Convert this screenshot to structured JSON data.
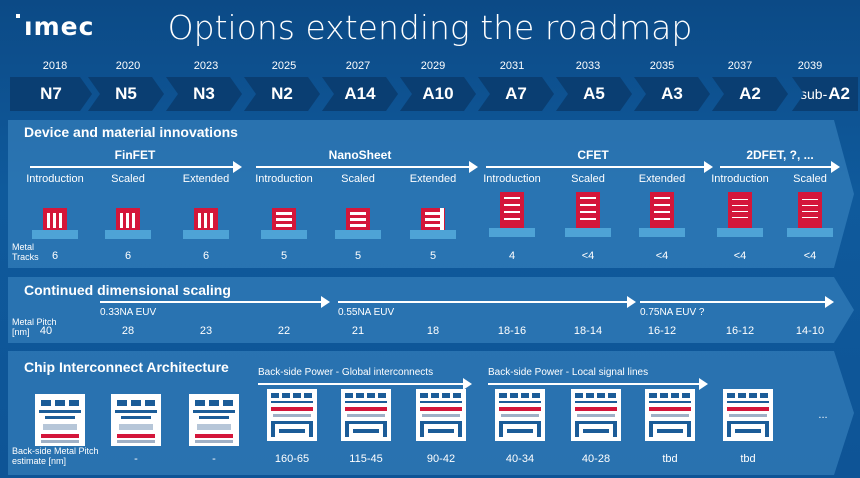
{
  "logo": "ımec",
  "title": "Options extending the roadmap",
  "years": [
    "2018",
    "2020",
    "2023",
    "2025",
    "2027",
    "2029",
    "2031",
    "2033",
    "2035",
    "2037",
    "2039"
  ],
  "nodes": [
    {
      "pre": "",
      "label": "N7"
    },
    {
      "pre": "",
      "label": "N5"
    },
    {
      "pre": "",
      "label": "N3"
    },
    {
      "pre": "",
      "label": "N2"
    },
    {
      "pre": "",
      "label": "A14"
    },
    {
      "pre": "",
      "label": "A10"
    },
    {
      "pre": "",
      "label": "A7"
    },
    {
      "pre": "",
      "label": "A5"
    },
    {
      "pre": "",
      "label": "A3"
    },
    {
      "pre": "",
      "label": "A2"
    },
    {
      "pre": "sub-",
      "label": "A2"
    }
  ],
  "device": {
    "title": "Device and material innovations",
    "groups": [
      "FinFET",
      "NanoSheet",
      "CFET",
      "2DFET, ?, ..."
    ],
    "phases": [
      "Introduction",
      "Scaled",
      "Extended",
      "Introduction",
      "Scaled",
      "Extended",
      "Introduction",
      "Scaled",
      "Extended",
      "Introduction",
      "Scaled"
    ],
    "metal_label_1": "Metal",
    "metal_label_2": "Tracks",
    "tracks": [
      "6",
      "6",
      "6",
      "5",
      "5",
      "5",
      "4",
      "<4",
      "<4",
      "<4",
      "<4"
    ]
  },
  "scaling": {
    "title": "Continued dimensional scaling",
    "euv": [
      "0.33NA EUV",
      "0.55NA EUV",
      "0.75NA EUV ?"
    ],
    "pitch_label_1": "Metal Pitch",
    "pitch_label_2": "[nm]",
    "pitches": [
      "40",
      "28",
      "23",
      "22",
      "21",
      "18",
      "18-16",
      "18-14",
      "16-12",
      "16-12",
      "14-10"
    ]
  },
  "interconnect": {
    "title": "Chip Interconnect Architecture",
    "bsp": [
      "Back-side Power - Global interconnects",
      "Back-side Power - Local signal lines"
    ],
    "bs_label_1": "Back-side Metal Pitch",
    "bs_label_2": "estimate [nm]",
    "values": [
      "",
      "-",
      "-",
      "160-65",
      "115-45",
      "90-42",
      "40-34",
      "40-28",
      "tbd",
      "tbd"
    ],
    "ellipsis": "..."
  },
  "colors": {
    "accent": "#d4163a",
    "panel": "#3d89c3",
    "node": "#0a3e72",
    "pad": "#4ea3d6"
  }
}
